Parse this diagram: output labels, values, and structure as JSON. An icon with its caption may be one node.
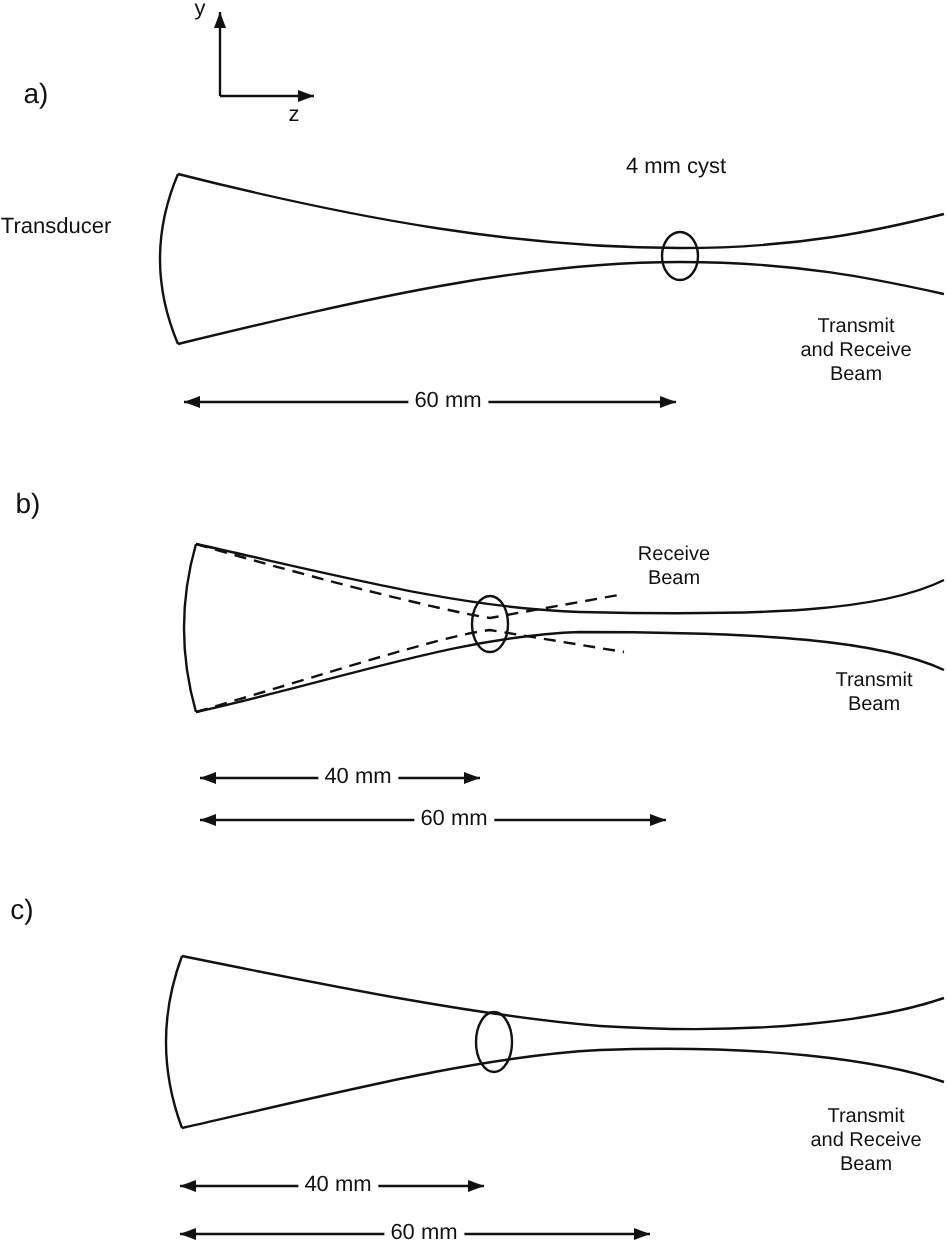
{
  "diagram": {
    "labels": [
      "y",
      "a)",
      "z",
      "4 mm cyst",
      "Transducer",
      "Transmit and Receive Beam",
      "60 mm",
      "b)",
      "Receive Beam",
      "Transmit Beam",
      "40 mm",
      "60 mm",
      "c)",
      "Transmit and Receive Beam",
      "40 mm",
      "60 mm"
    ]
  }
}
